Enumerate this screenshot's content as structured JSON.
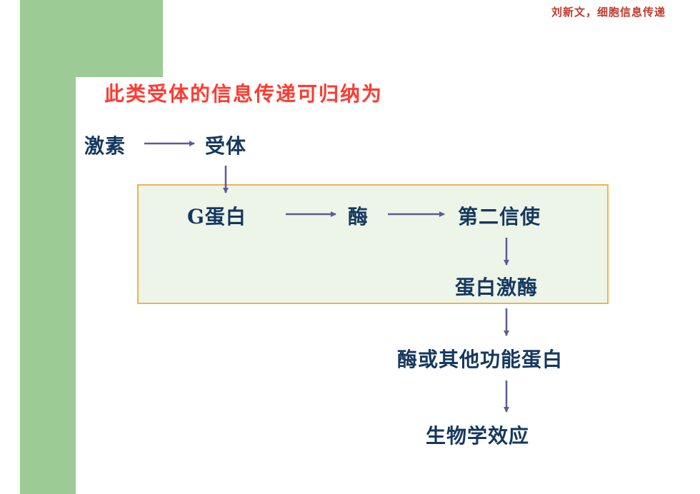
{
  "header": {
    "credit": "刘新文，细胞信息传递"
  },
  "title": "此类受体的信息传递可归纳为",
  "flow": {
    "hormone": "激素",
    "receptor": "受体",
    "g_protein": "G蛋白",
    "enzyme": "酶",
    "second_messenger": "第二信使",
    "protein_kinase": "蛋白激酶",
    "target_protein": "酶或其他功能蛋白",
    "biological_effect": "生物学效应"
  },
  "colors": {
    "sidebar_green": "#9dcb96",
    "title_red": "#ff3b30",
    "text_navy": "#16385e",
    "box_fill": "#edf5e8",
    "box_border": "#f4b04f",
    "arrow": "#5b5b96"
  }
}
